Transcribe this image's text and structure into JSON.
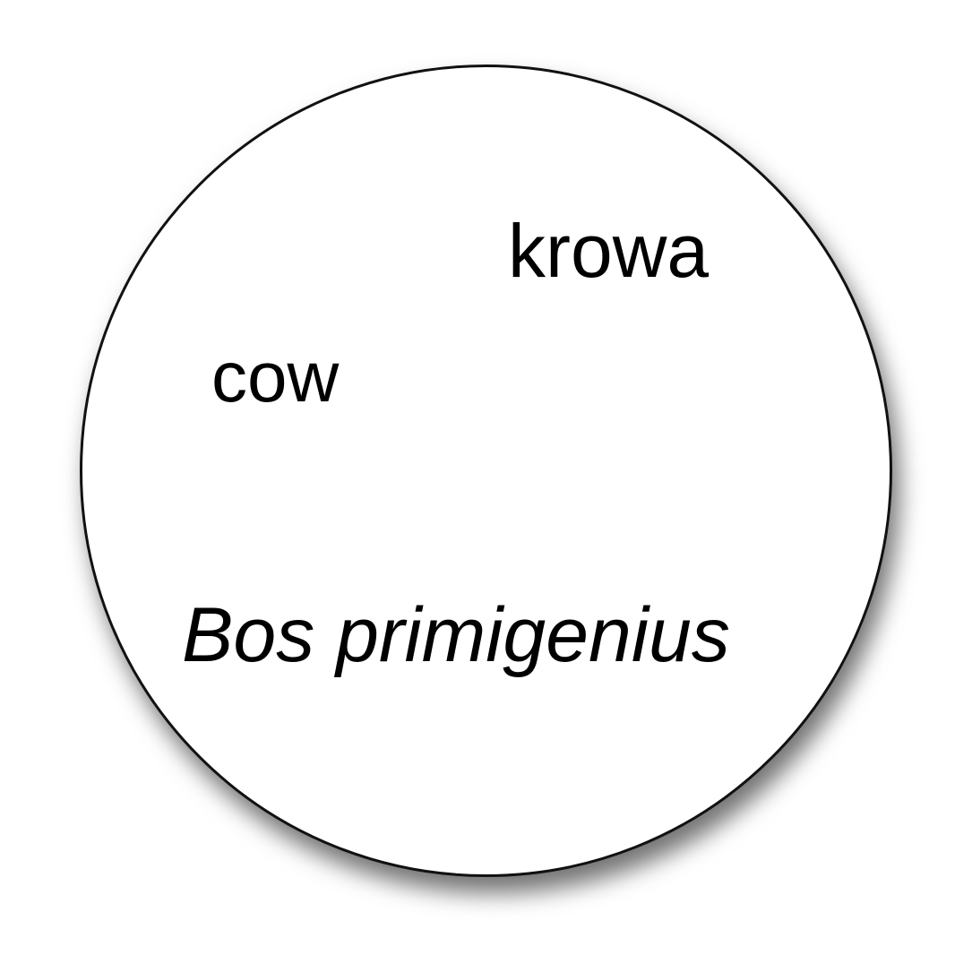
{
  "terms": {
    "polish": "krowa",
    "english": "cow",
    "latin": "Bos primigenius"
  }
}
